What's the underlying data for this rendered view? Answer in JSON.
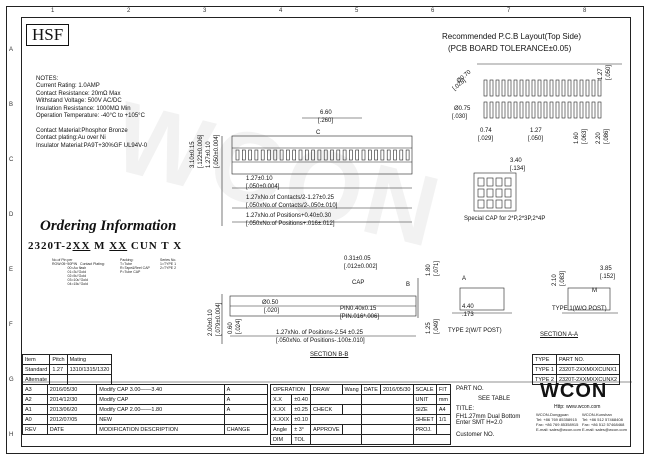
{
  "header": {
    "logo": "HSF",
    "layout_title": "Recommended P.C.B Layout(Top Side)",
    "tolerance": "(PCB BOARD TOLERANCE±0.05)"
  },
  "notes": [
    "NOTES:",
    "Current Rating: 1.0AMP",
    "Contact Resistance: 20mΩ Max",
    "Withstand Voltage: 500V AC/DC",
    "Insulation Resistance: 1000MΩ Min",
    "Operation Temperature: -40°C to +105°C",
    "",
    "Contact Material:Phosphor Bronze",
    "Contact plating:Au over Ni",
    "Insulator Material:PA9T+30%GF UL94V-0"
  ],
  "ordering": {
    "title": "Ordering Information",
    "part_prefix": "2320T-2",
    "part_xx": "XX",
    "part_mid": " M ",
    "part_xx2": "XX",
    "part_tail": " CUN T X",
    "legend": "No.of Pin per\nROW:05~50PIN   Contact Plating:\n                00=Au flash\n                01=3u\"Gold\n                02=5u\"Gold\n                03=10u\"Gold\n                04=15u\"Gold",
    "legend2": "Packing:\nT=Tube\nR=Tape&Reel CAP\nP=Tube CAP",
    "legend3": "Series No.\n1=TYPE 1\n2=TYPE 2"
  },
  "dims": {
    "d660": "6.60",
    "d260": "[.260]",
    "d127": "1.27±0.10",
    "d050": "[.050±0.004]",
    "c1": "1.27xNo.of Contacts/2-1.27±0.25",
    "c2": "[.050xNo.of Contacts/2-.050±.010]",
    "c3": "1.27xNo.of Positions+0.40±0.30",
    "c4": "[.050xNo.of Positions+.016±.012]",
    "v310": "3.10±0.15",
    "v122": "[.122±0.006]",
    "v127": "1.27±0.10",
    "v050": "[.050±0.004]",
    "d340": "3.40",
    "d134": "[.134]",
    "special": "Special CAP for 2*P,2*3P,2*4P",
    "d031": "0.31±0.05",
    "d012": "[.012±0.002]",
    "cap": "CAP",
    "d180": "1.80",
    "d071": "[.071]",
    "d050b": "Ø0.50",
    "d020": "[.020]",
    "pin1": "PIN0.40x0.15",
    "pin2": "[PIN.016*.006]",
    "v200": "2.00±0.10",
    "v079": "[.079±0.004]",
    "v060": "0.60",
    "v024": "[.024]",
    "v125": "1.25",
    "v049": "[.049]",
    "p1": "1.27xNo. of Positions-2.54 ±0.25",
    "p2": "[.050xNo. of Positions-.100±.010]",
    "section_b": "SECTION B-B",
    "type2": "TYPE 2(W/T POST)",
    "type1": "TYPE 1(W/O POST)",
    "section_a": "SECTION A-A",
    "d385": "3.85",
    "d152": "[.152]",
    "d210": "2.10",
    "d083": "[.083]",
    "d440": "4.40",
    "d173": ".173",
    "pcb1": "Ø0.70",
    "pcb2": "[.028]",
    "pcb3": "Ø0.75",
    "pcb4": "[.030]",
    "pcb5": "0.74",
    "pcb6": "[.029]",
    "pcb7": "1.27",
    "pcb8": "[.050]",
    "pcb9": "1.60",
    "pcb10": "[.063]",
    "pcb11": "2.20",
    "pcb12": "[.086]",
    "pcb13": "1.27",
    "pcb14": "[.050]",
    "sym_c": "C",
    "sym_a": "A",
    "sym_b": "B",
    "sym_m": "M"
  },
  "plating_table": {
    "headers": [
      "Item",
      "Pitch",
      "Mating"
    ],
    "rows": [
      [
        "Standard",
        "1.27",
        "1310/1315/1320"
      ],
      [
        "Alternate",
        "",
        ""
      ]
    ]
  },
  "type_table": {
    "headers": [
      "TYPE",
      "PART NO."
    ],
    "rows": [
      [
        "TYPE 1",
        "2320T-2XXMXXCUNX1"
      ],
      [
        "TYPE 2",
        "2320T-2XXMXXCUNX2"
      ]
    ]
  },
  "revisions": [
    [
      "A3",
      "2016/05/30",
      "Modify CAP 3.00——3.40",
      "A"
    ],
    [
      "A2",
      "2014/12/30",
      "Modify CAP",
      "A"
    ],
    [
      "A1",
      "2013/06/20",
      "Modify CAP 2.00——1.80",
      "A"
    ],
    [
      "A0",
      "2012/07/05",
      "NEW",
      ""
    ]
  ],
  "revision_headers": [
    "REV",
    "DATE",
    "MODIFICATION DESCRIPTION",
    "CHANGE"
  ],
  "title_block": {
    "operation": "OPERATION",
    "draw": "DRAW",
    "draw_name": "Wang",
    "date_label": "DATE",
    "draw_date": "2016/05/30",
    "scale": "SCALE",
    "scale_val": "FIT",
    "unit": "UNIT",
    "unit_val": "mm",
    "size": "SIZE",
    "size_val": "A4",
    "sheet": "SHEET",
    "sheet_val": "1/1",
    "proj": "PROJ.",
    "check": "CHECK",
    "approve": "APPROVE",
    "tol_rows": [
      [
        "X.X",
        "±0.40"
      ],
      [
        "X.XX",
        "±0.25"
      ],
      [
        "X.XXX",
        "±0.10"
      ],
      [
        "Angle",
        "± 3°"
      ],
      [
        "DIM",
        "TOL"
      ]
    ],
    "part_no_label": "PART NO.",
    "part_no_val": "SEE TABLE",
    "title_label": "TITLE:",
    "title_val": "FH1.27mm Dual Bottom Enter SMT H=2.0",
    "customer": "Customer NO."
  },
  "company": {
    "name": "WCON",
    "http": "Http: www.wcon.com",
    "left": "WCON-Dongguan\nTel: +86 769 85358915\nFax: +86 769 85358915\nE-mail: sales@wcon.com",
    "right": "WCON-Kunshan\nTel: +86 512 57468408\nFax: +86 512 57468468\nE-mail: sales@wcon.com"
  },
  "edge": {
    "rows": [
      "A",
      "B",
      "C",
      "D",
      "E",
      "F",
      "G",
      "H"
    ],
    "cols": [
      "1",
      "2",
      "3",
      "4",
      "5",
      "6",
      "7",
      "8"
    ]
  },
  "watermark": "WCON"
}
